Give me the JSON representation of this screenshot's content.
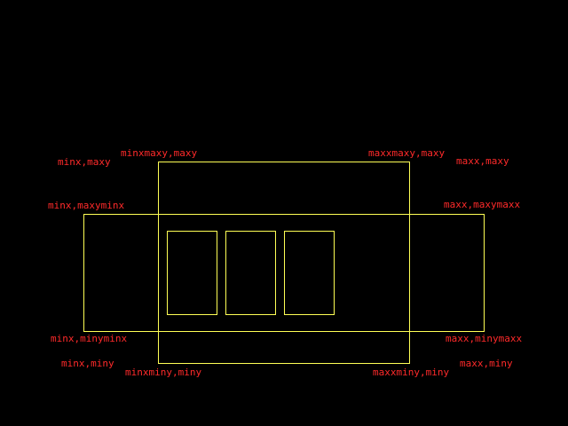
{
  "colors": {
    "background": "#000000",
    "stroke": "#ffff55",
    "label": "#ff2a2a"
  },
  "labels": {
    "tall_top_left": "minxmaxy,maxy",
    "tall_top_right": "maxxmaxy,maxy",
    "tall_bottom_left": "minxminy,miny",
    "tall_bottom_right": "maxxminy,miny",
    "wide_top_left": "minx,maxyminx",
    "wide_top_right": "maxx,maxymaxx",
    "wide_bottom_left": "minx,minyminx",
    "wide_bottom_right": "maxx,minymaxx",
    "corner_top_left": "minx,maxy",
    "corner_top_right": "maxx,maxy",
    "corner_bottom_left": "minx,miny",
    "corner_bottom_right": "maxx,miny"
  }
}
